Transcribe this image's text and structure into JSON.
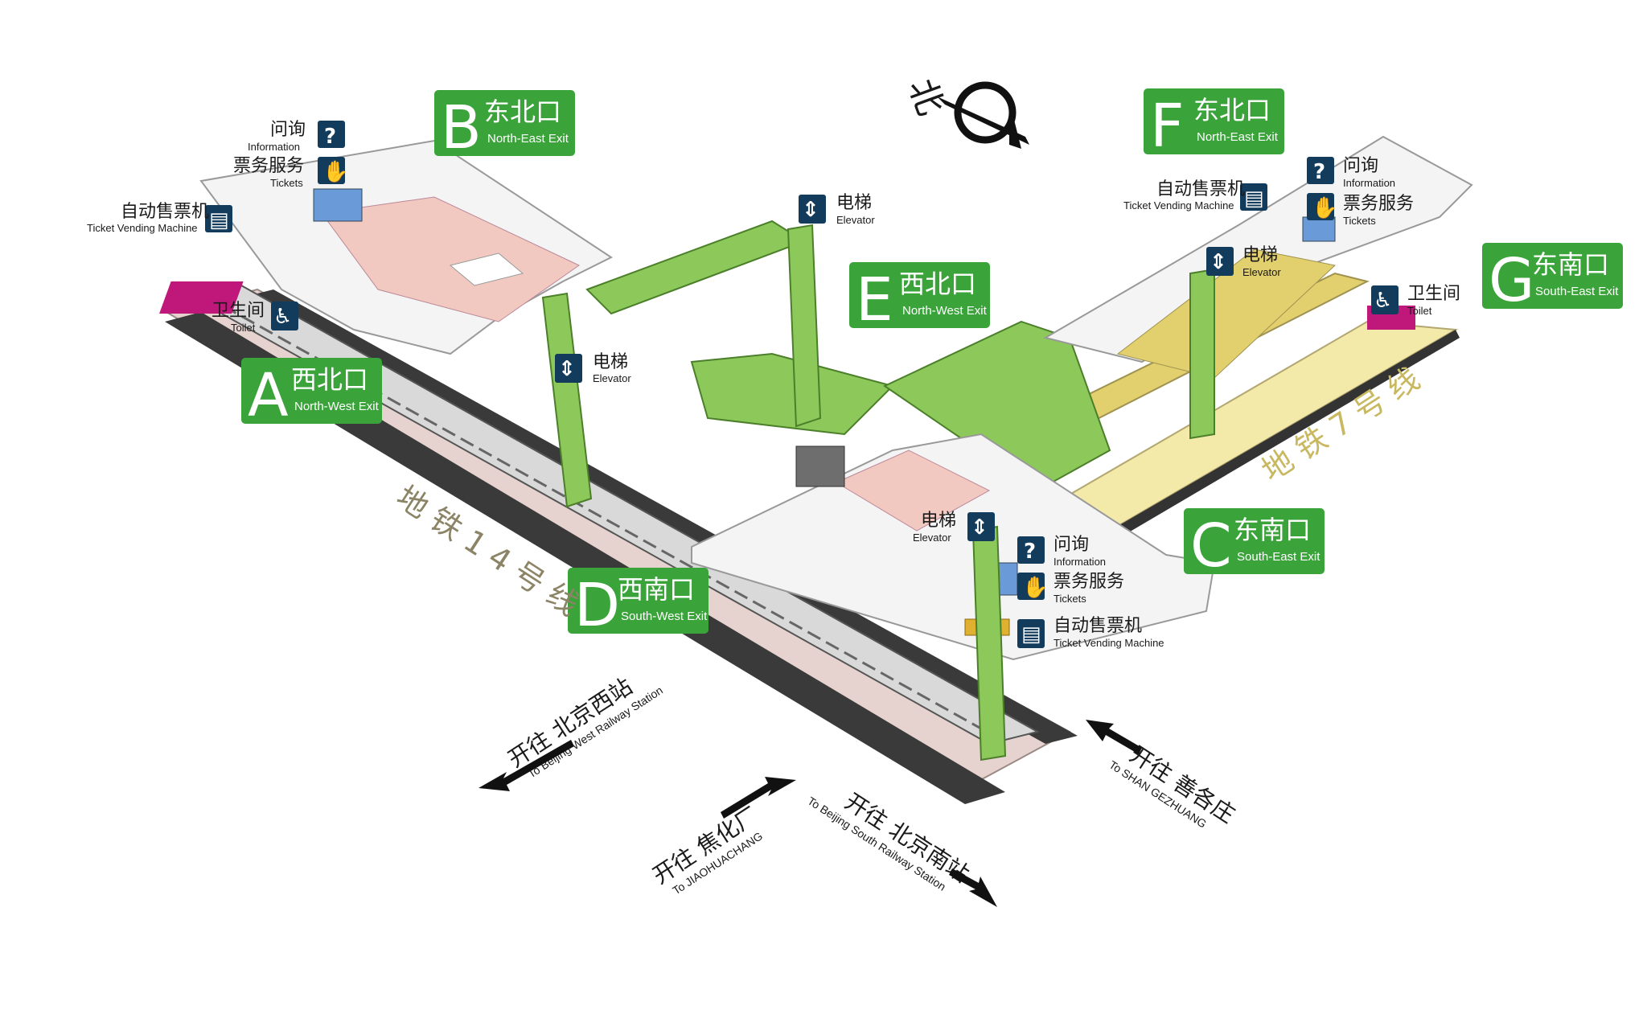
{
  "compass": {
    "label": "北"
  },
  "exits": [
    {
      "letter": "A",
      "cn": "西北口",
      "en": "North-West Exit"
    },
    {
      "letter": "B",
      "cn": "东北口",
      "en": "North-East Exit"
    },
    {
      "letter": "C",
      "cn": "东南口",
      "en": "South-East Exit"
    },
    {
      "letter": "D",
      "cn": "西南口",
      "en": "South-West Exit"
    },
    {
      "letter": "E",
      "cn": "西北口",
      "en": "North-West Exit"
    },
    {
      "letter": "F",
      "cn": "东北口",
      "en": "North-East Exit"
    },
    {
      "letter": "G",
      "cn": "东南口",
      "en": "South-East Exit"
    }
  ],
  "facilities": {
    "info": {
      "cn": "问询",
      "en": "Information",
      "icon": "question-icon"
    },
    "tickets": {
      "cn": "票务服务",
      "en": "Tickets",
      "icon": "ticket-service-icon"
    },
    "tvm": {
      "cn": "自动售票机",
      "en": "Ticket Vending Machine",
      "icon": "ticket-machine-icon"
    },
    "toilet": {
      "cn": "卫生间",
      "en": "Toilet",
      "icon": "toilet-icon"
    },
    "elevator": {
      "cn": "电梯",
      "en": "Elevator",
      "icon": "elevator-icon"
    }
  },
  "lines": {
    "line14": "地铁14号线",
    "line7": "地铁7号线"
  },
  "directions": [
    {
      "cn": "开往 北京西站",
      "en": "To Beijing West Railway Station"
    },
    {
      "cn": "开往 焦化厂",
      "en": "To JIAOHUACHANG"
    },
    {
      "cn": "开往 北京南站",
      "en": "To Beijing South Railway Station"
    },
    {
      "cn": "开往 善各庄",
      "en": "To SHAN GEZHUANG"
    }
  ],
  "colors": {
    "exit_green": "#3aa33a",
    "line14_platform": "#e6d3cf",
    "line7_platform": "#f3e9a8",
    "concourse_pink": "#f2c9c0",
    "connector_green": "#8cc85a",
    "icon_navy": "#123b5c",
    "toilet_magenta": "#c0187a"
  }
}
